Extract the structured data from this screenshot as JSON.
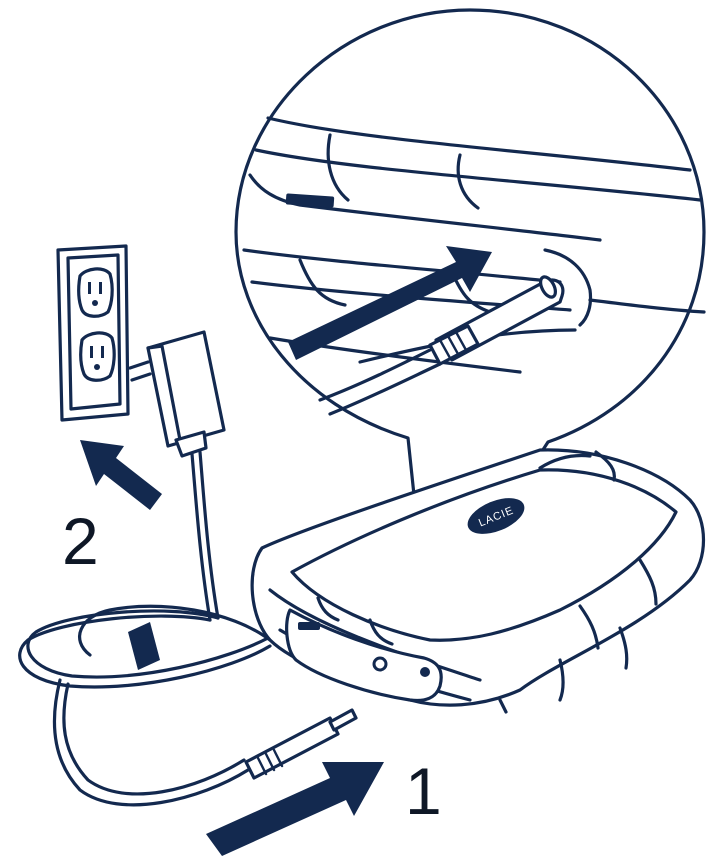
{
  "steps": {
    "step1_label": "1",
    "step2_label": "2"
  },
  "logo": {
    "text": "LACIE"
  },
  "colors": {
    "line": "#13294f",
    "arrow": "#13294f",
    "background": "#ffffff"
  },
  "icons": {
    "outlet": "wall-outlet-icon",
    "adapter": "power-adapter-icon",
    "drive": "rugged-drive-icon",
    "connector": "dc-plug-icon",
    "arrow": "insert-arrow-icon"
  }
}
